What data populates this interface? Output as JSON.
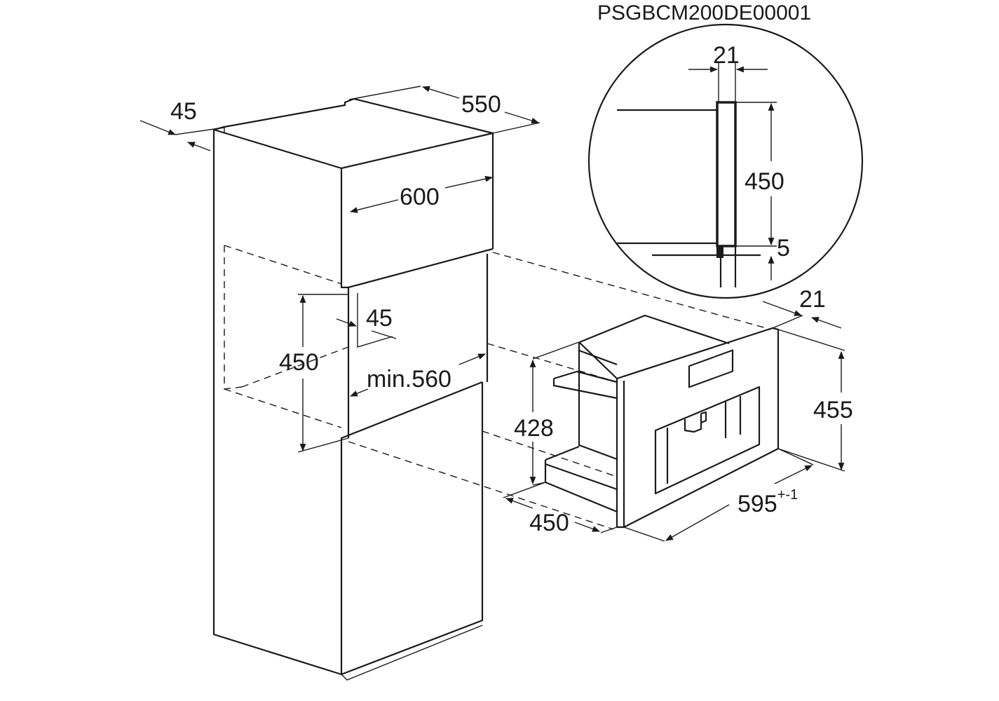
{
  "document_code": "PSGBCM200DE00001",
  "cabinet": {
    "dim_panel_thickness": "45",
    "dim_depth": "550",
    "dim_width": "600",
    "dim_niche_height": "450",
    "dim_niche_inner_offset": "45",
    "dim_niche_min_width": "min.560"
  },
  "detail": {
    "dim_gap_top": "21",
    "dim_height": "450",
    "dim_gap_bottom": "5"
  },
  "appliance": {
    "dim_front_thickness": "21",
    "dim_body_height": "428",
    "dim_front_height": "455",
    "dim_depth": "450",
    "dim_width": "595",
    "dim_width_tolerance": "+-1"
  }
}
